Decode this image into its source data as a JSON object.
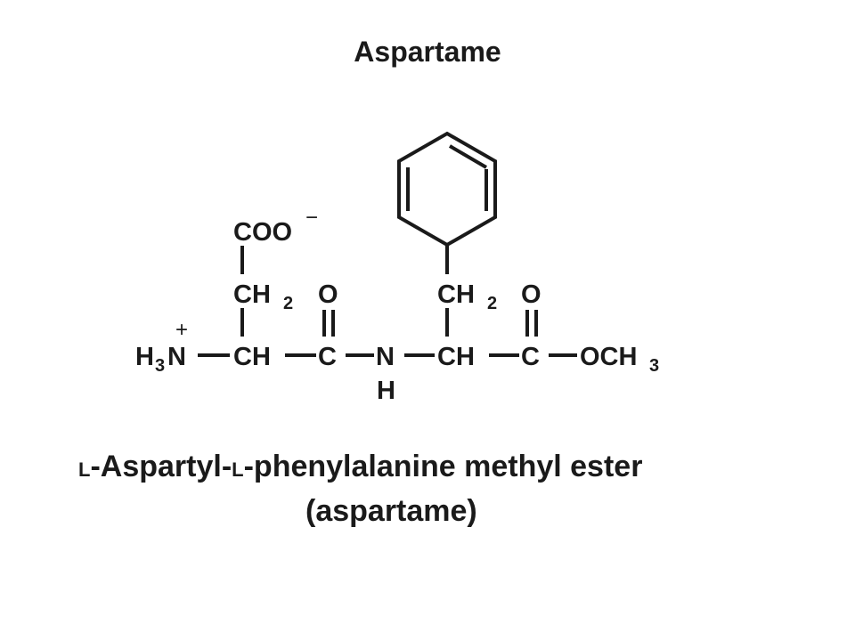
{
  "title": "Aspartame",
  "structure": {
    "atoms": {
      "coo": "COO",
      "coo_charge": "−",
      "c": "C",
      "h2": "H",
      "sub2": "2",
      "o": "O",
      "h3n_h": "H",
      "sub3": "3",
      "n": "N",
      "plus": "+",
      "ch": "CH",
      "nh_h": "H",
      "och3": "OCH"
    }
  },
  "caption": {
    "prefix1": "L",
    "part1": "-Aspartyl-",
    "prefix2": "L",
    "part2": "-phenylalanine methyl ester",
    "common": "(aspartame)"
  }
}
